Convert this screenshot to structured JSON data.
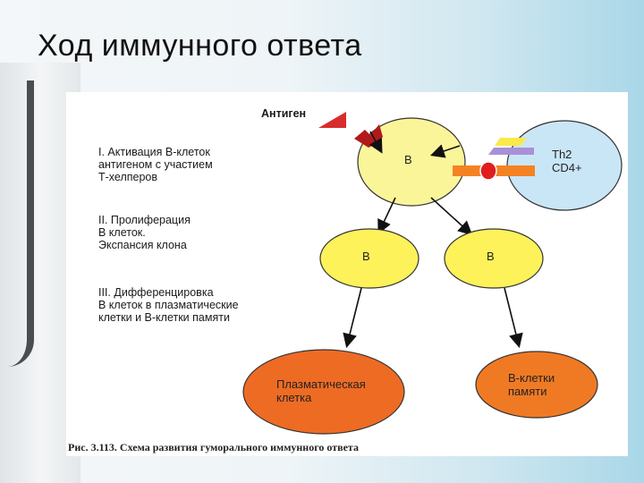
{
  "slide": {
    "title": "Ход иммунного ответа"
  },
  "diagram": {
    "antigen_label": "Антиген",
    "stages": [
      {
        "lines": [
          "I. Активация В-клеток",
          "антигеном с участием",
          "Т-хелперов"
        ]
      },
      {
        "lines": [
          "II. Пролиферация",
          "В клеток.",
          "Экспансия клона"
        ]
      },
      {
        "lines": [
          "III. Дифференцировка",
          "В клеток в плазматические",
          "клетки и В-клетки памяти"
        ]
      }
    ],
    "nodes": {
      "b_main": "В",
      "th2": [
        "Th2",
        "CD4+"
      ],
      "b_left": "В",
      "b_right": "В",
      "plasma": [
        "Плазматическая",
        "клетка"
      ],
      "memory": [
        "В-клетки",
        "памяти"
      ]
    },
    "caption": "Рис. 3.113. Схема развития гуморального иммунного ответа",
    "colors": {
      "b_cell": "#fdf25a",
      "b_main": "#fbf59a",
      "th2": "#c9e6f6",
      "plasma": "#ee6b24",
      "memory": "#f07a24",
      "antigen": "#d92c2c",
      "mhc": "#f58222",
      "tcr": "#a890d6"
    }
  }
}
